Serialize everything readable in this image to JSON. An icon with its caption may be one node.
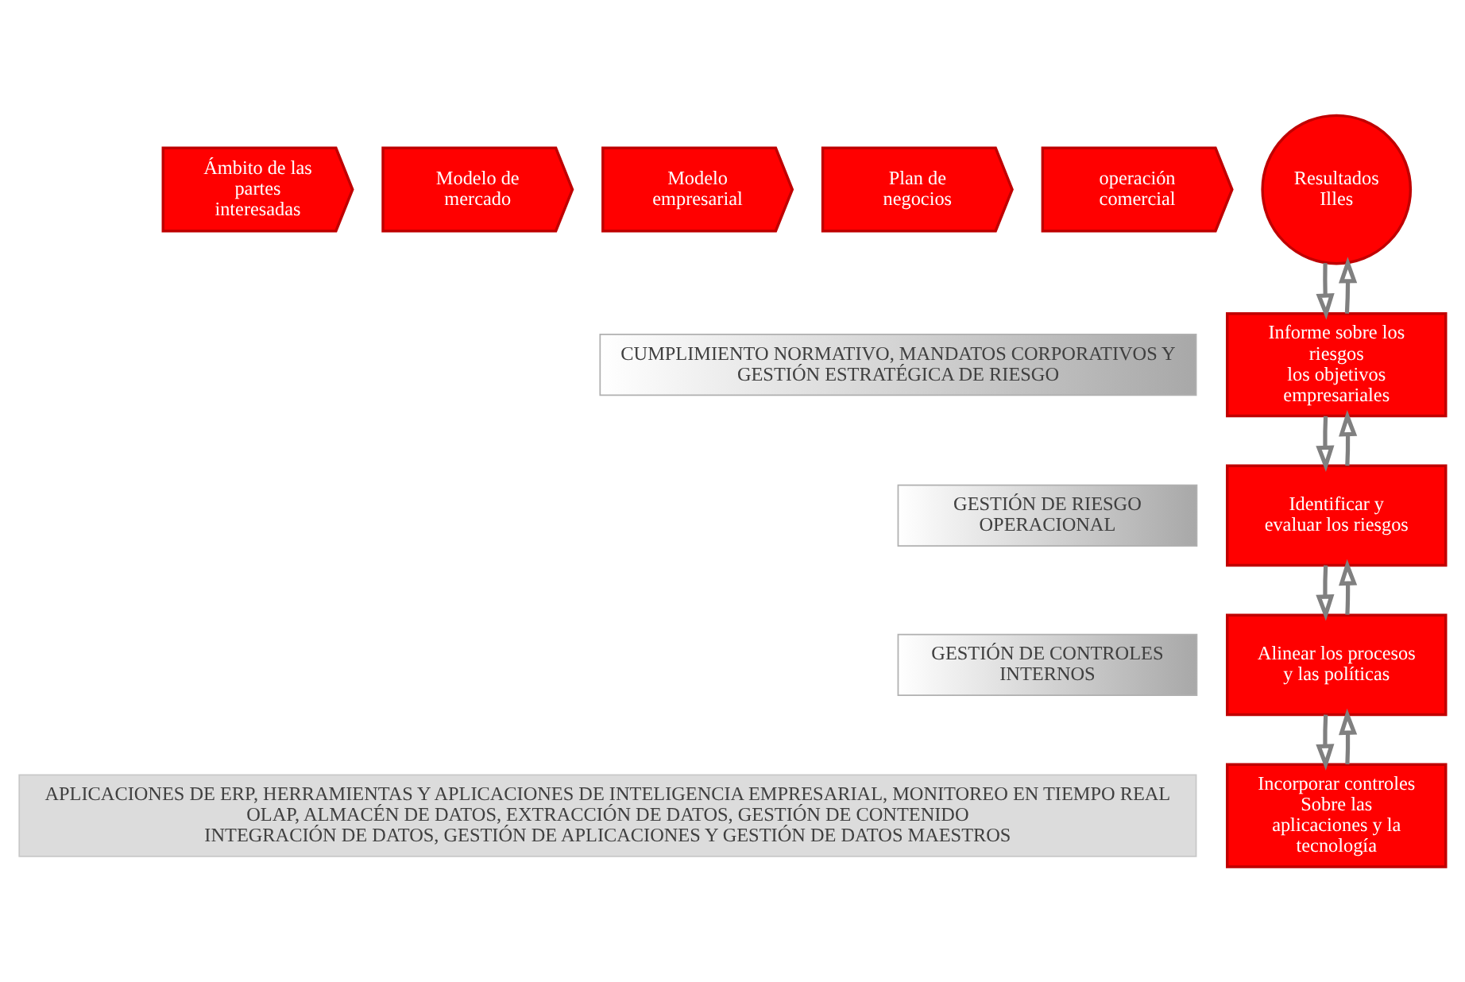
{
  "diagram": {
    "nodes": [
      {
        "text": [
          "Ámbito de las partes interesadas"
        ]
      },
      {
        "text": [
          "Modelo de mercado"
        ]
      },
      {
        "text": [
          "Modelo empresarial"
        ]
      },
      {
        "text": [
          "Plan de negocios"
        ]
      },
      {
        "text": [
          "operación comercial"
        ]
      },
      {
        "text": [
          "Resultados Illes"
        ]
      },
      {
        "text": [
          "Informe sobre los riesgos",
          "los objetivos empresariales"
        ]
      },
      {
        "text": [
          "Identificar y evaluar los riesgos"
        ]
      },
      {
        "text": [
          "Alinear los procesos y las políticas"
        ]
      },
      {
        "text": [
          "Incorporar controles Sobre las aplicaciones y la tecnología"
        ]
      },
      {
        "text": [
          "CUMPLIMIENTO NORMATIVO, MANDATOS CORPORATIVOS Y GESTIÓN ESTRATÉGICA DE RIESGO"
        ]
      },
      {
        "text": [
          "GESTIÓN DE RIESGO OPERACIONAL"
        ]
      },
      {
        "text": [
          "GESTIÓN DE CONTROLES INTERNOS"
        ]
      },
      {
        "text": [
          "APLICACIONES DE ERP, HERRAMIENTAS Y APLICACIONES DE INTELIGENCIA EMPRESARIAL, MONITOREO EN TIEMPO REAL",
          "OLAP, ALMACÉN DE DATOS, EXTRACCIÓN DE DATOS, GESTIÓN DE CONTENIDO",
          "INTEGRACIÓN DE DATOS, GESTIÓN DE APLICACIONES Y GESTIÓN DE DATOS MAESTROS"
        ]
      }
    ],
    "edges": [
      {
        "from": 5,
        "to": 6,
        "arrow": "to"
      },
      {
        "from": 6,
        "to": 5,
        "arrow": "to"
      },
      {
        "from": 6,
        "to": 7,
        "arrow": "to"
      },
      {
        "from": 7,
        "to": 6,
        "arrow": "to"
      },
      {
        "from": 7,
        "to": 8,
        "arrow": "to"
      },
      {
        "from": 8,
        "to": 7,
        "arrow": "to"
      },
      {
        "from": 8,
        "to": 9,
        "arrow": "to"
      },
      {
        "from": 9,
        "to": 8,
        "arrow": "to"
      }
    ]
  }
}
